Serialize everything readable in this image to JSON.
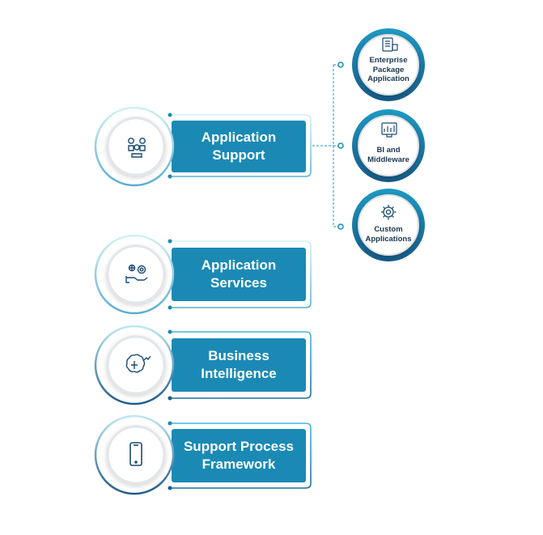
{
  "rows": [
    {
      "line1": "Application",
      "line2": "Support",
      "icon": "team-network-icon"
    },
    {
      "line1": "Application",
      "line2": "Services",
      "icon": "hand-gear-globe-icon"
    },
    {
      "line1": "Business",
      "line2": "Intelligence",
      "icon": "brain-analytics-icon"
    },
    {
      "line1": "Support Process",
      "line2": "Framework",
      "icon": "smartphone-icon"
    }
  ],
  "subitems": [
    {
      "lines": [
        "Enterprise",
        "Package",
        "Application"
      ],
      "icon": "package-app-icon"
    },
    {
      "lines": [
        "BI and",
        "Middleware"
      ],
      "icon": "bi-dashboard-icon"
    },
    {
      "lines": [
        "Custom",
        "Applications"
      ],
      "icon": "gear-icon"
    }
  ],
  "colors": {
    "box_fill": "#1a8ab5",
    "box_frame": "#2a9bc4",
    "ring_light": "#bde8f5",
    "ring_dark": "#1e5a8c",
    "connector": "#4aa6c8",
    "icon": "#1a4a70",
    "subtext": "#1a3550"
  }
}
